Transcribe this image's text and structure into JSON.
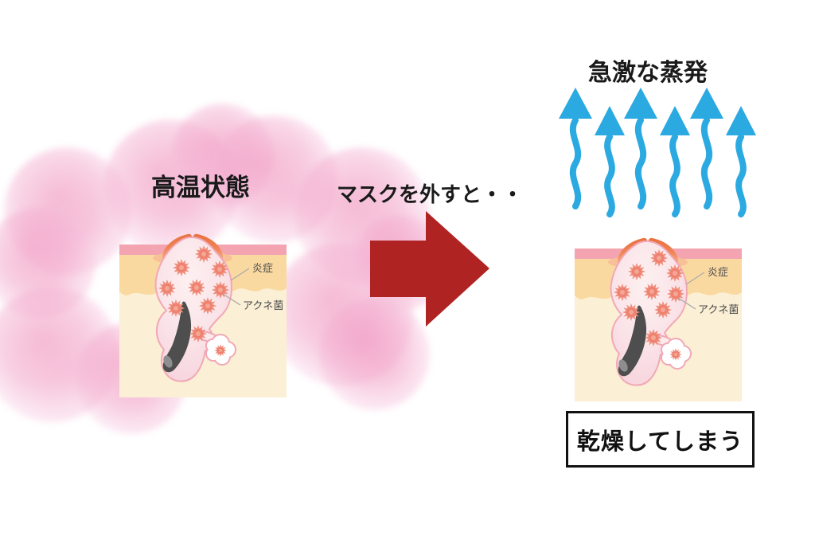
{
  "left_panel": {
    "title": "高温状態",
    "skin": {
      "labels": {
        "inflammation": "炎症",
        "acne": "アクネ菌"
      }
    }
  },
  "transition": {
    "caption": "マスクを外すと・・"
  },
  "right_panel": {
    "title": "急激な蒸発",
    "skin": {
      "labels": {
        "inflammation": "炎症",
        "acne": "アクネ菌"
      }
    },
    "result_box": "乾燥してしまう"
  },
  "icons": {
    "red_arrow": "right-arrow",
    "steam": "upward-wavy-evaporation-arrows",
    "bacteria": "sun-star-bacteria",
    "clouds": "pink-steam-cloud"
  },
  "colors": {
    "cloud_pink": "#F2A0C4",
    "arrow_red": "#AF2423",
    "steam_blue": "#2BA9E1",
    "skin_surface_band": "#F3A4B0",
    "skin_peach_layer": "#FAD9A1",
    "skin_cream_layer": "#FBEFD5",
    "pore_fill": "#FAE3E8",
    "pore_outline": "#F1A8B6",
    "inflammation_orange": "#EA7341",
    "bacteria_salmon": "#F0907E",
    "hair_plug_gray": "#4E4E4E",
    "text_black": "#1A1A1A",
    "label_gray": "#4A4A4A",
    "background": "#FFFFFF"
  }
}
